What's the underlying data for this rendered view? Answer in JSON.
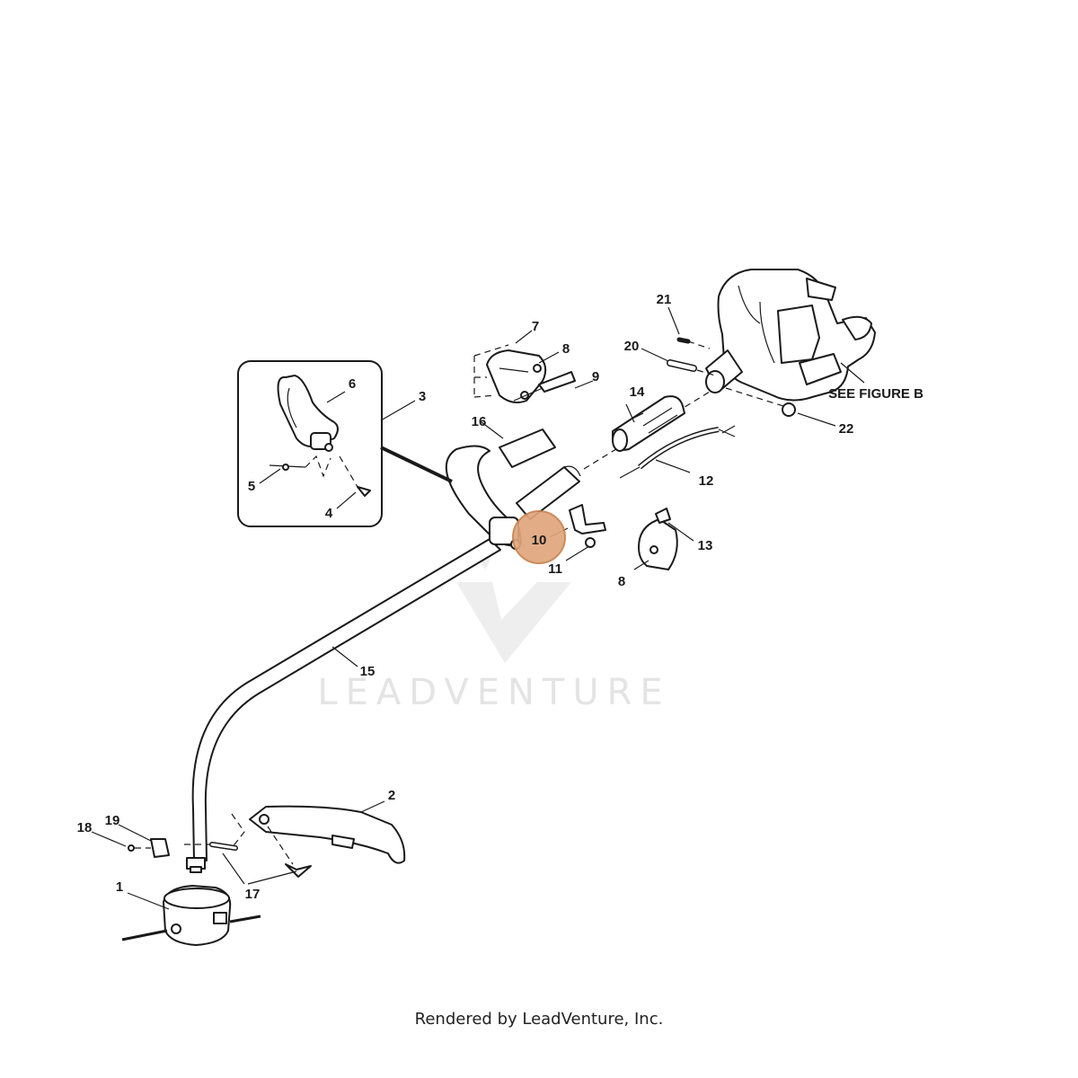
{
  "watermark": "LEADVENTURE",
  "footer": "Rendered by LeadVenture, Inc.",
  "figure_reference": "SEE FIGURE B",
  "highlight_color": "#e0a77c",
  "callouts": {
    "c1": "1",
    "c2": "2",
    "c3": "3",
    "c4": "4",
    "c5": "5",
    "c6": "6",
    "c7": "7",
    "c8a": "8",
    "c8b": "8",
    "c9": "9",
    "c10": "10",
    "c11": "11",
    "c12": "12",
    "c13": "13",
    "c14": "14",
    "c15": "15",
    "c16": "16",
    "c17": "17",
    "c18": "18",
    "c19": "19",
    "c20": "20",
    "c21": "21",
    "c22": "22"
  }
}
